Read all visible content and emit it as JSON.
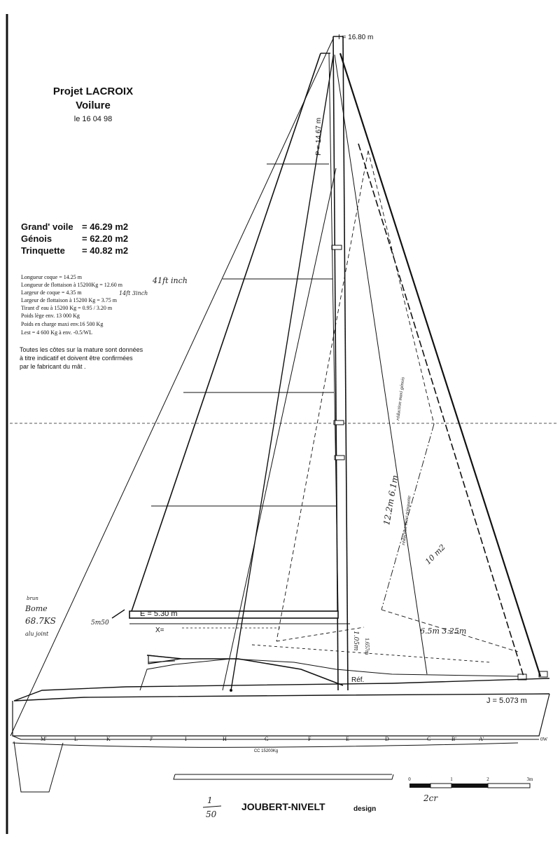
{
  "header": {
    "project": "Projet LACROIX",
    "subject": "Voilure",
    "date": "le 16 04 98"
  },
  "sail_areas": [
    {
      "label": "Grand' voile",
      "value": "= 46.29 m2"
    },
    {
      "label": "Génois",
      "value": "= 62.20 m2"
    },
    {
      "label": "Trinquette",
      "value": "= 40.82 m2"
    }
  ],
  "specs": [
    "Longueur coque = 14.25 m",
    "Longueur de flottaison à 15200Kg = 12.60 m",
    "Largeur de coque = 4.35 m",
    "Largeur de flottaison à 15200 Kg = 3.75 m",
    "Tirant d' eau à 15200 Kg = 0.95 / 3.20 m",
    "Poids lège env. 13 000 Kg",
    "Poids en charge maxi env.16 500 Kg",
    "Lest = 4 600 Kg à env. -0.5/WL"
  ],
  "note": [
    "Toutes les côtes sur la mature sont données",
    "à titre indicatif et doivent être confirmées",
    "par le fabricant du mât ."
  ],
  "dimensions": {
    "I": "I = 16.80 m",
    "P": "P = 14.67 m",
    "E": "E = 5.30 m",
    "J": "J = 5.073 m",
    "ref": "Réf.",
    "x": "X=",
    "boom_height": "1.657m",
    "cc": "CC 15200Kg",
    "reduction_genois": "réduction maxi génois",
    "reduction_trinquette": "réduction maxi trinquette"
  },
  "stations": [
    "M'",
    "L",
    "K",
    "J'",
    "I",
    "H",
    "G",
    "F",
    "E",
    "D",
    "C",
    "B'",
    "A'",
    "0W"
  ],
  "scale": {
    "ticks": [
      "0",
      "1",
      "2",
      "3m"
    ]
  },
  "handwritten": {
    "inch_note": "41ft inch",
    "beam_note": "14ft 3inch",
    "offset": "5m50",
    "boom_note_1": "Bome",
    "boom_note_2": "68.7KS",
    "boom_note_3": "alu joint",
    "boom_note_0": "brun",
    "jib_dims": "6.5m  3.25m",
    "jib_area": "10 m2",
    "diag_note": "12.2m  6.1m",
    "fore_note": "1.05m",
    "scale_note": "2cr",
    "ratio_top": "1",
    "ratio_bottom": "50"
  },
  "designer": {
    "name": "JOUBERT-NIVELT",
    "suffix": "design"
  }
}
